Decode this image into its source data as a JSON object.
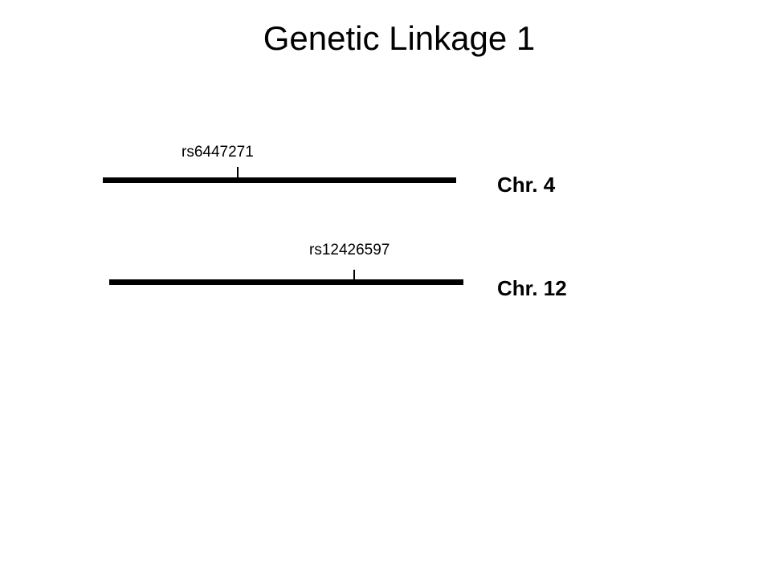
{
  "slide": {
    "title": "Genetic Linkage 1"
  },
  "chromosomes": [
    {
      "label": "Chr. 4",
      "marker": "rs6447271"
    },
    {
      "label": "Chr. 12",
      "marker": "rs12426597"
    }
  ],
  "colors": {
    "background": "#ffffff",
    "ink": "#000000"
  }
}
